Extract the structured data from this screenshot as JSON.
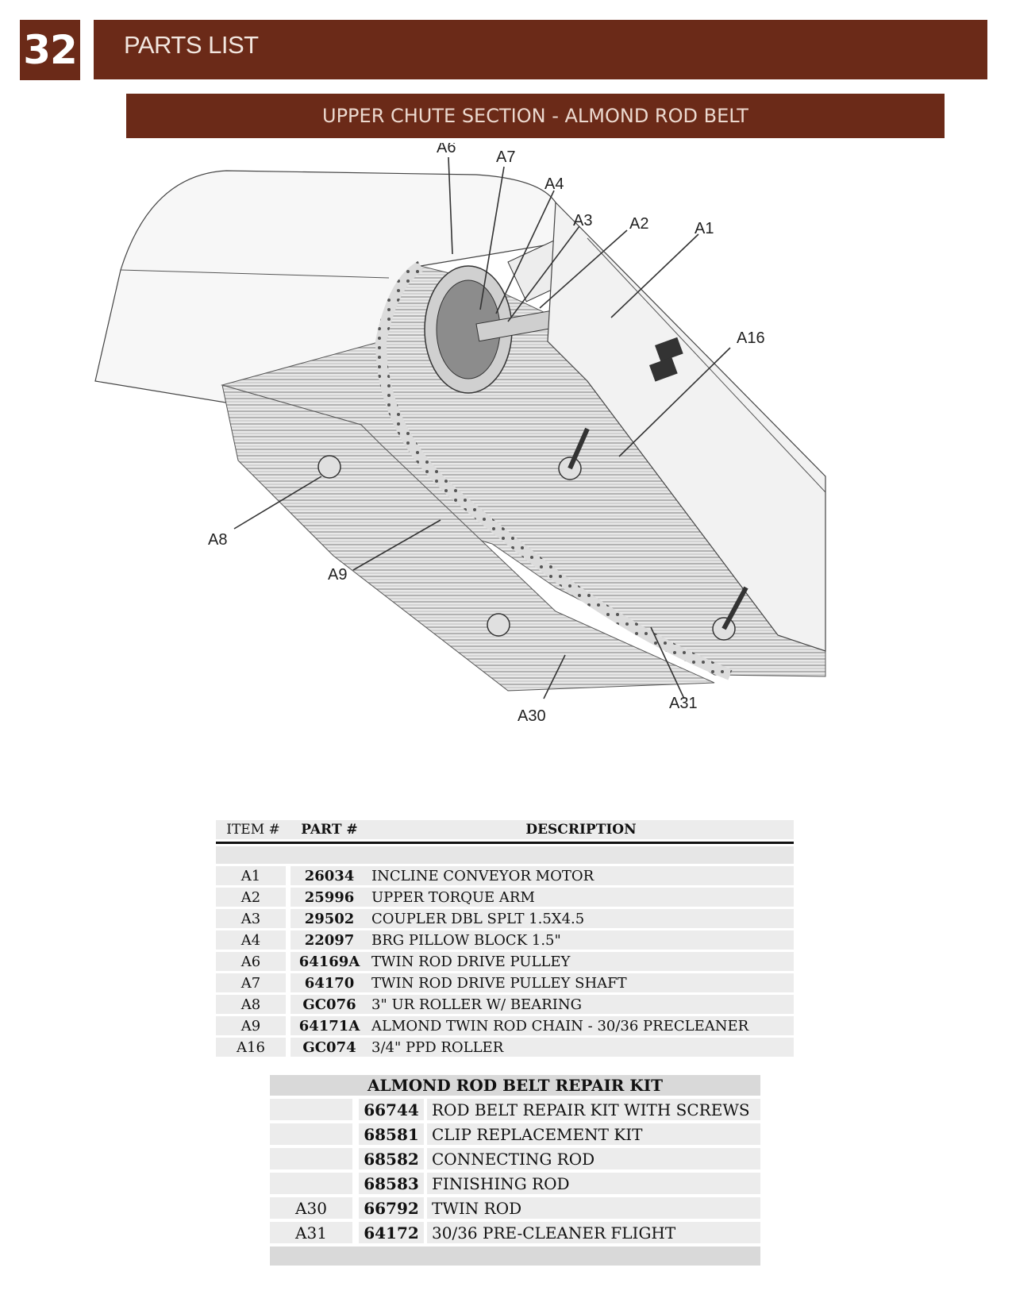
{
  "page_number": "32",
  "header": {
    "title": "PARTS LIST"
  },
  "section": {
    "title": "UPPER CHUTE SECTION - ALMOND ROD BELT"
  },
  "diagram": {
    "callouts": [
      "A6",
      "A7",
      "A4",
      "A3",
      "A2",
      "A1",
      "A16",
      "A8",
      "A9",
      "A30",
      "A31"
    ]
  },
  "parts_table": {
    "headers": {
      "item": "ITEM #",
      "part": "PART #",
      "description": "DESCRIPTION"
    },
    "rows": [
      {
        "item": "A1",
        "part": "26034",
        "description": "INCLINE CONVEYOR MOTOR"
      },
      {
        "item": "A2",
        "part": "25996",
        "description": "UPPER TORQUE ARM"
      },
      {
        "item": "A3",
        "part": "29502",
        "description": "COUPLER DBL SPLT 1.5X4.5"
      },
      {
        "item": "A4",
        "part": "22097",
        "description": "BRG PILLOW BLOCK 1.5\""
      },
      {
        "item": "A6",
        "part": "64169A",
        "description": "TWIN ROD DRIVE PULLEY"
      },
      {
        "item": "A7",
        "part": "64170",
        "description": "TWIN ROD DRIVE PULLEY SHAFT"
      },
      {
        "item": "A8",
        "part": "GC076",
        "description": "3\" UR ROLLER W/ BEARING"
      },
      {
        "item": "A9",
        "part": "64171A",
        "description": "ALMOND TWIN ROD CHAIN - 30/36 PRECLEANER"
      },
      {
        "item": "A16",
        "part": "GC074",
        "description": "3/4\" PPD ROLLER"
      }
    ]
  },
  "kit_table": {
    "title": "ALMOND ROD BELT REPAIR KIT",
    "rows": [
      {
        "item": "",
        "part": "66744",
        "description": "ROD BELT REPAIR KIT WITH SCREWS"
      },
      {
        "item": "",
        "part": "68581",
        "description": "CLIP REPLACEMENT KIT"
      },
      {
        "item": "",
        "part": "68582",
        "description": "CONNECTING ROD"
      },
      {
        "item": "",
        "part": "68583",
        "description": "FINISHING ROD"
      },
      {
        "item": "A30",
        "part": "66792",
        "description": "TWIN ROD"
      },
      {
        "item": "A31",
        "part": "64172",
        "description": "30/36 PRE-CLEANER FLIGHT"
      }
    ]
  }
}
